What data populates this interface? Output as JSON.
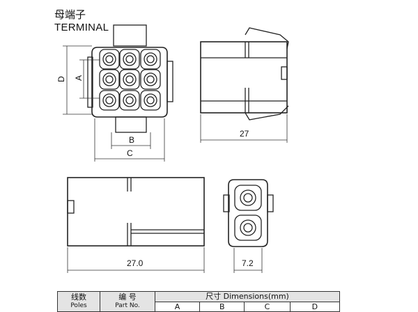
{
  "header": {
    "title_cn": "母端子",
    "title_en": "TERMINAL"
  },
  "dimensions": {
    "label_a": "A",
    "label_b": "B",
    "label_c": "C",
    "label_d": "D",
    "side_length": "27",
    "bottom_length": "27.0",
    "end_width": "7.2"
  },
  "spec_table": {
    "col_wire": "线数",
    "col_wire_sub": "Poles",
    "col_part": "编 号",
    "col_part_sub": "Part No.",
    "col_dims": "尺寸 Dimensions(mm)",
    "sub_a": "A",
    "sub_b": "B",
    "sub_c": "C",
    "sub_d": "D"
  }
}
